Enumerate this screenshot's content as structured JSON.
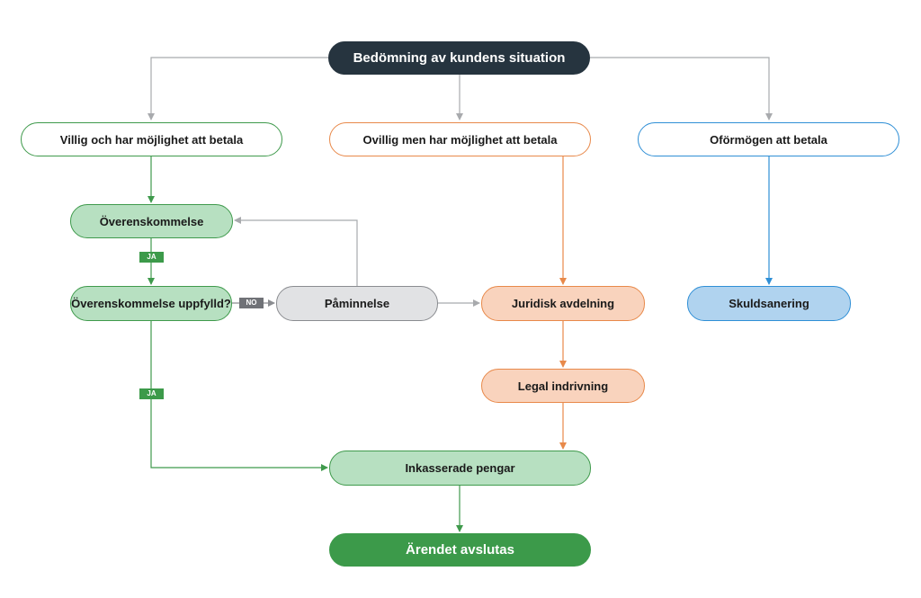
{
  "nodes": {
    "assessment": "Bedömning av kundens situation",
    "willing_able": "Villig och har möjlighet att betala",
    "unwilling_able": "Ovillig men har möjlighet att betala",
    "unable": "Oförmögen att betala",
    "agreement": "Överenskommelse",
    "agreement_fulfilled": "Överenskommelse uppfylld?",
    "reminder": "Påminnelse",
    "legal_department": "Juridisk avdelning",
    "debt_restructuring": "Skuldsanering",
    "legal_collection": "Legal indrivning",
    "collected_money": "Inkasserade pengar",
    "case_closed": "Ärendet avslutas"
  },
  "labels": {
    "yes_1": "JA",
    "no": "NO",
    "yes_2": "JA"
  },
  "colors": {
    "dark": "#26343f",
    "green": "#3f9a4c",
    "green_fill": "#b7e0c1",
    "orange": "#e8894a",
    "orange_fill": "#f9d3bd",
    "blue": "#2f8fd6",
    "blue_fill": "#b0d3ef",
    "gray": "#8a8c90",
    "gray_fill": "#e1e2e4",
    "connector_gray": "#a8aaad"
  }
}
